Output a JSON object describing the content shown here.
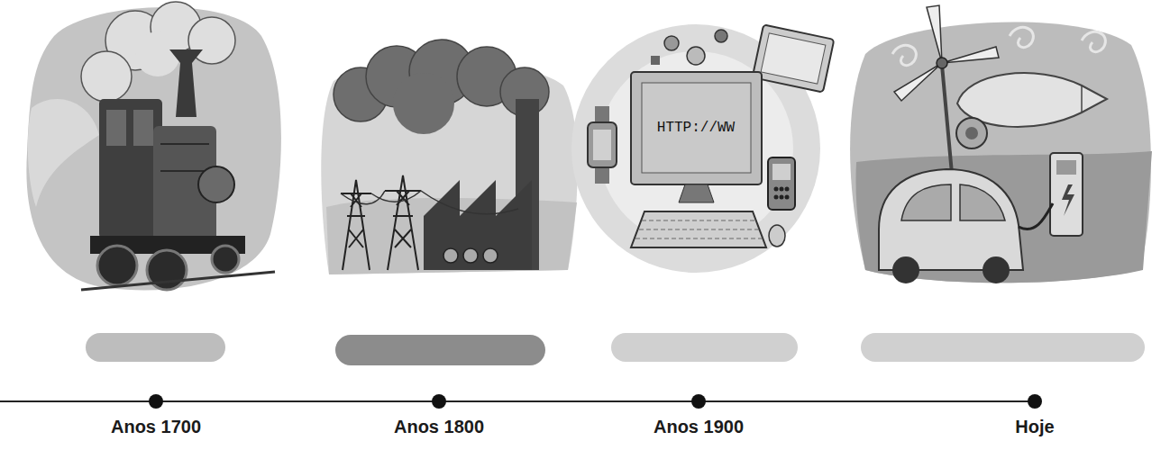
{
  "diagram": {
    "labels": [
      "HTTP://WW",
      "Anos 1700",
      "Anos 1800",
      "Anos 1900",
      "Hoje"
    ]
  }
}
